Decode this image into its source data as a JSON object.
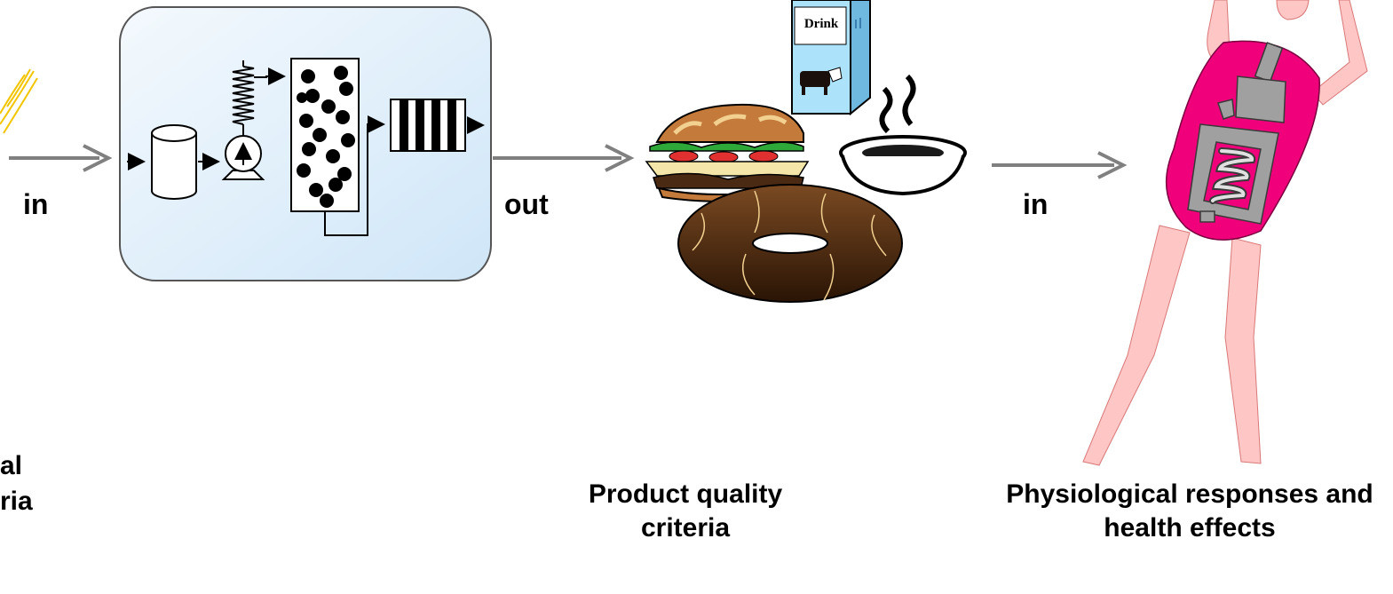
{
  "flow": {
    "in_left": "in",
    "out_middle": "out",
    "in_right": "in"
  },
  "captions": {
    "left_partial_line1": "al",
    "left_partial_line2": "ria",
    "product_quality": "Product quality criteria",
    "physiological": "Physiological responses and health effects"
  },
  "food": {
    "carton_label": "Drink"
  },
  "colors": {
    "arrow": "#808080",
    "process_box_top": "#d6e9f8",
    "process_box_bottom": "#f4f9fd",
    "body_skin": "#ffc6c6",
    "torso": "#f0007a",
    "organs": "#a0a0a0",
    "donut": "#6b3a16",
    "sun_rays": "#f2c500"
  }
}
